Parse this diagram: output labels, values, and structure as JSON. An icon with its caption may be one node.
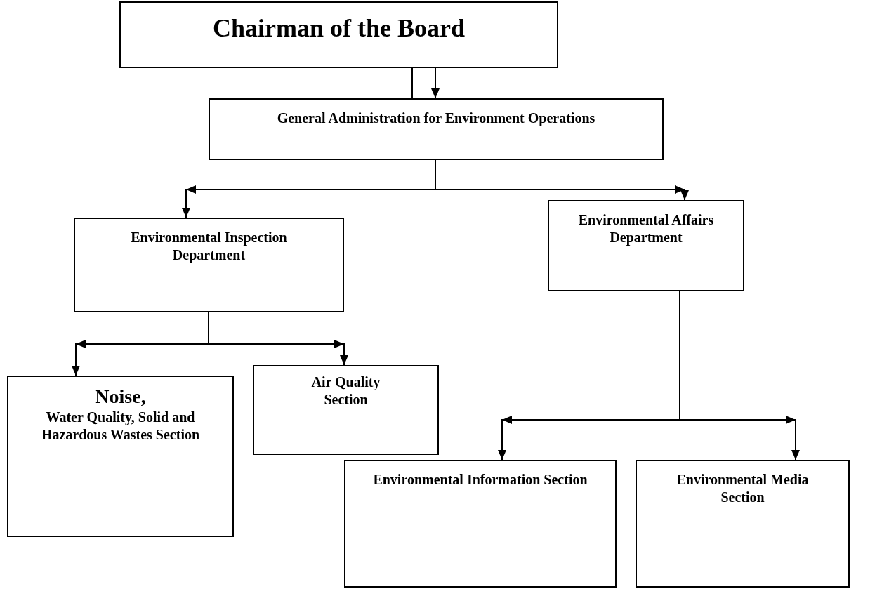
{
  "diagram": {
    "nodes": [
      {
        "text": [
          "Chairman of the Board"
        ]
      },
      {
        "text": [
          "General Administration for Environment Operations"
        ]
      },
      {
        "text": [
          "Environmental Inspection Department"
        ]
      },
      {
        "text": [
          "Environmental Affairs Department"
        ]
      },
      {
        "text": [
          "Noise,",
          "Water Quality, Solid and Hazardous Wastes Section"
        ]
      },
      {
        "text": [
          "Air Quality Section"
        ]
      },
      {
        "text": [
          "Environmental Information Section"
        ]
      },
      {
        "text": [
          "Environmental Media Section"
        ]
      }
    ],
    "edges": [
      {
        "from": 0,
        "to": 1,
        "arrow": "none"
      },
      {
        "from": 0,
        "to": 1,
        "arrow": "to"
      },
      {
        "from": 1,
        "to": 2,
        "arrow": "to"
      },
      {
        "from": 1,
        "to": 3,
        "arrow": "to"
      },
      {
        "from": 2,
        "to": 4,
        "arrow": "to"
      },
      {
        "from": 2,
        "to": 5,
        "arrow": "to"
      },
      {
        "from": 3,
        "to": 6,
        "arrow": "to"
      },
      {
        "from": 3,
        "to": 7,
        "arrow": "to"
      }
    ]
  }
}
